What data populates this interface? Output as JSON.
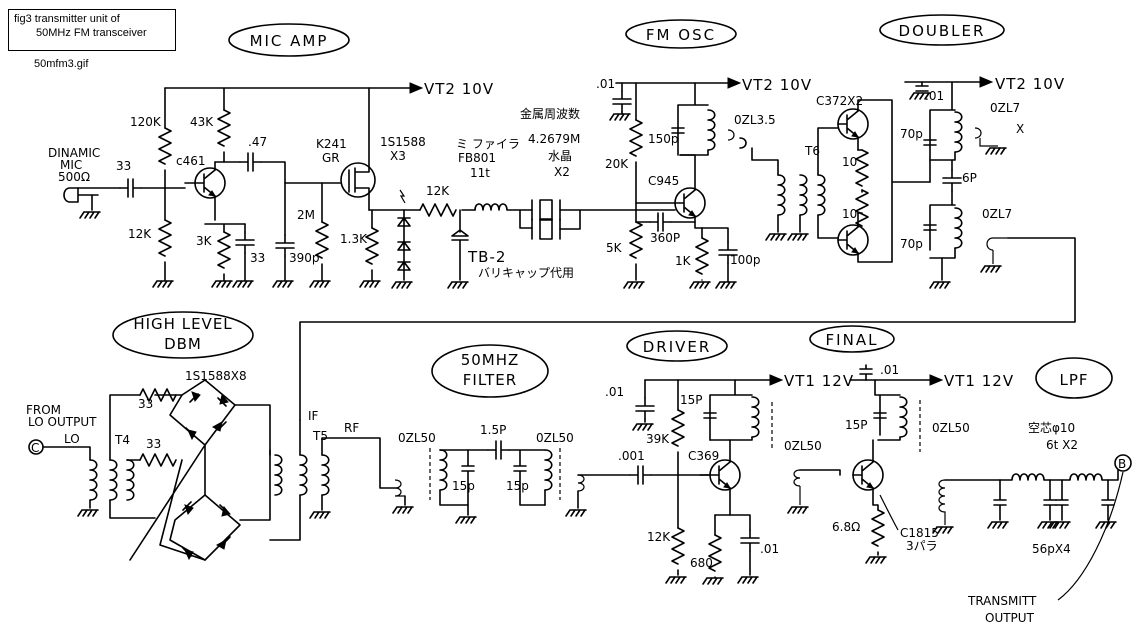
{
  "caption": {
    "line1": "fig3 transmitter unit of",
    "line2": "50MHz FM transceiver"
  },
  "filename": "50mfm3.gif",
  "sections": {
    "mic_amp": "MIC AMP",
    "fm_osc": "FM OSC",
    "doubler": "DOUBLER",
    "high_level": "HIGH LEVEL",
    "dbm": "DBM",
    "filter_50": "50MHZ",
    "filter_word": "FILTER",
    "driver": "DRIVER",
    "final": "FINAL",
    "lpf": "LPF"
  },
  "supply": {
    "vt2_a": "VT2 10V",
    "vt2_b": "VT2 10V",
    "vt2_c": "VT2 10V",
    "vt1_a": "VT1 12V",
    "vt1_b": "VT1 12V"
  },
  "mic_amp": {
    "mic_label1": "DINAMIC",
    "mic_label2": "MIC",
    "mic_imp": "500Ω",
    "c_in": "33",
    "r_top": "120K",
    "r_bot": "12K",
    "r_col": "43K",
    "transistor": "c461",
    "c_couple": ".47",
    "r_em": "3K",
    "c_em": "33",
    "r_gate": "2M",
    "c_gate": "390p",
    "fet": "K241",
    "fet2": "GR",
    "r_src": "1.3K",
    "diodes": "1S1588",
    "diodes_n": "X3",
    "r_mod": "12K",
    "bead1": "ミ ファイラ",
    "bead2": "FB801",
    "bead3": "11t",
    "varicap": "TB-2",
    "varicap_note": "バリキャップ代用"
  },
  "fm_osc": {
    "c_dec": ".01",
    "xtal_title": "金属周波数",
    "xtal_freq": "4.2679M",
    "xtal_note": "水晶",
    "xtal_n": "X2",
    "r_bias_top": "20K",
    "r_bias_bot": "5K",
    "transistor": "C945",
    "c_fb": "360P",
    "r_em": "1K",
    "c_em": "100p",
    "c_tank": "150p",
    "coil": "0ZL3.5"
  },
  "doubler": {
    "transistors": "C372X2",
    "transformer": "T6",
    "r1": "10",
    "r2": "10",
    "c_dec": ".01",
    "c_tank1": "70p",
    "c_tank2": "70p",
    "c_link": "6P",
    "coil1": "0ZL7",
    "coil2": "0ZL7",
    "coil_x": "X"
  },
  "dbm": {
    "from1": "FROM",
    "from2": "LO OUTPUT",
    "lo": "LO",
    "r1": "33",
    "r2": "33",
    "transformer": "T4",
    "diodes": "1S1588X8",
    "if_label": "IF",
    "t5": "T5",
    "rf": "RF"
  },
  "filter": {
    "coil1": "0ZL50",
    "coil2": "0ZL50",
    "c_couple": "1.5P",
    "c1": "15p",
    "c2": "15p",
    "c_out": ".001"
  },
  "driver": {
    "c_dec": ".01",
    "r_top": "39K",
    "r_bot": "12K",
    "transistor": "C369",
    "r_em": "680",
    "c_em": ".01",
    "c_tank": "15P",
    "coil": "0ZL50"
  },
  "final": {
    "c_dec": ".01",
    "c_tank": "15P",
    "coil": "0ZL50",
    "r_em": "6.8Ω",
    "transistor": "C1815",
    "trans_note": "3パラ"
  },
  "lpf": {
    "coil1": "空芯φ10",
    "coil2": "6t X2",
    "caps": "56pX4",
    "out1": "TRANSMITT",
    "out2": "OUTPUT",
    "term_a": "C",
    "term_b": "B"
  }
}
